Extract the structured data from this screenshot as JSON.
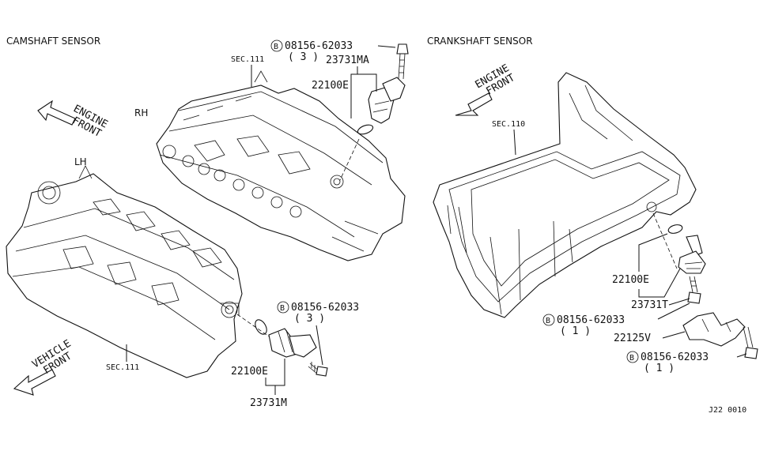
{
  "titles": {
    "camshaft": "CAMSHAFT SENSOR",
    "crankshaft": "CRANKSHAFT SENSOR"
  },
  "direction_labels": {
    "rh": "RH",
    "lh": "LH",
    "engine_front_top_line1": "ENGINE",
    "engine_front_top_line2": "FRONT",
    "vehicle_front_line1": "VEHICLE",
    "vehicle_front_line2": "FRONT",
    "engine_front_right_line1": "ENGINE",
    "engine_front_right_line2": "FRONT"
  },
  "section_refs": {
    "rh_head": "SEC.111",
    "lh_head": "SEC.111",
    "oil_pan": "SEC.110"
  },
  "bolt_symbol": "B",
  "part_labels": {
    "rh_bolt_number": "08156-62033",
    "rh_bolt_qty": "( 3 )",
    "rh_sensor": "23731MA",
    "rh_oring": "22100E",
    "lh_bolt_number": "08156-62033",
    "lh_bolt_qty": "( 3 )",
    "lh_oring": "22100E",
    "lh_sensor": "23731M",
    "crank_oring": "22100E",
    "crank_sensor": "23731T",
    "crank_bolt1_number": "08156-62033",
    "crank_bolt1_qty": "( 1 )",
    "crank_bracket": "22125V",
    "crank_bolt2_number": "08156-62033",
    "crank_bolt2_qty": "( 1 )"
  },
  "diagram_code": "J22 0010"
}
